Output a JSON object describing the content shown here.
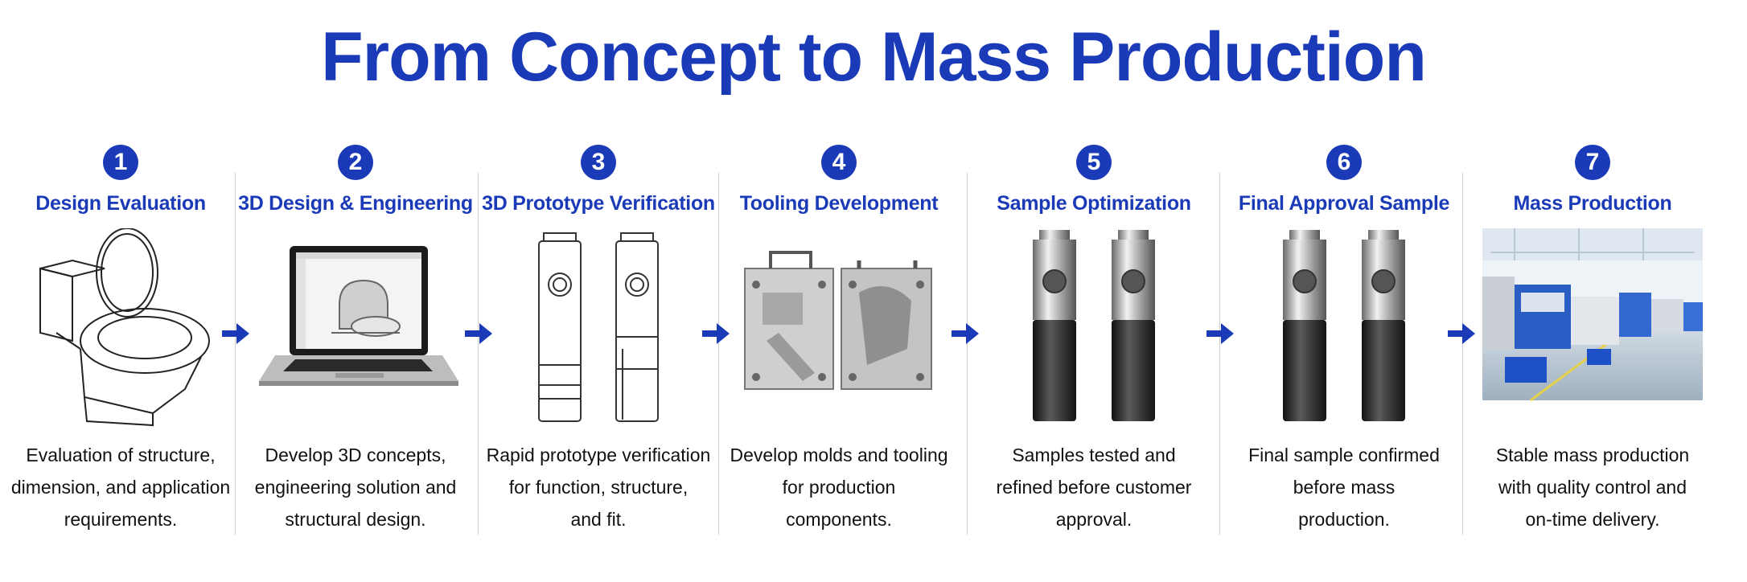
{
  "title": "From Concept to Mass Production",
  "steps": [
    {
      "number": "1",
      "title": "Design Evaluation",
      "lines": [
        "Evaluation of structure,",
        "dimension, and application",
        "requirements."
      ]
    },
    {
      "number": "2",
      "title": "3D Design & Engineering",
      "lines": [
        "Develop 3D concepts,",
        "engineering solution and",
        "structural design."
      ]
    },
    {
      "number": "3",
      "title": "3D Prototype Verification",
      "lines": [
        "Rapid prototype verification",
        "for function, structure,",
        "and fit."
      ]
    },
    {
      "number": "4",
      "title": "Tooling Development",
      "lines": [
        "Develop molds and tooling",
        "for production",
        "components."
      ]
    },
    {
      "number": "5",
      "title": "Sample Optimization",
      "lines": [
        "Samples tested and",
        "refined before customer",
        "approval."
      ]
    },
    {
      "number": "6",
      "title": "Final Approval Sample",
      "lines": [
        "Final sample confirmed",
        "before mass",
        "production."
      ]
    },
    {
      "number": "7",
      "title": "Mass Production",
      "lines": [
        "Stable mass production",
        "with quality control and",
        "on-time delivery."
      ]
    }
  ],
  "colors": {
    "accent": "#1a3ab8",
    "divider": "#cfcfcf"
  },
  "icons": [
    "toilet-sketch-image",
    "laptop-cad-image",
    "prototype-sketch-image",
    "mold-tooling-image",
    "sample-cylinder-image",
    "final-sample-image",
    "factory-floor-image",
    "arrow-right-icon"
  ]
}
